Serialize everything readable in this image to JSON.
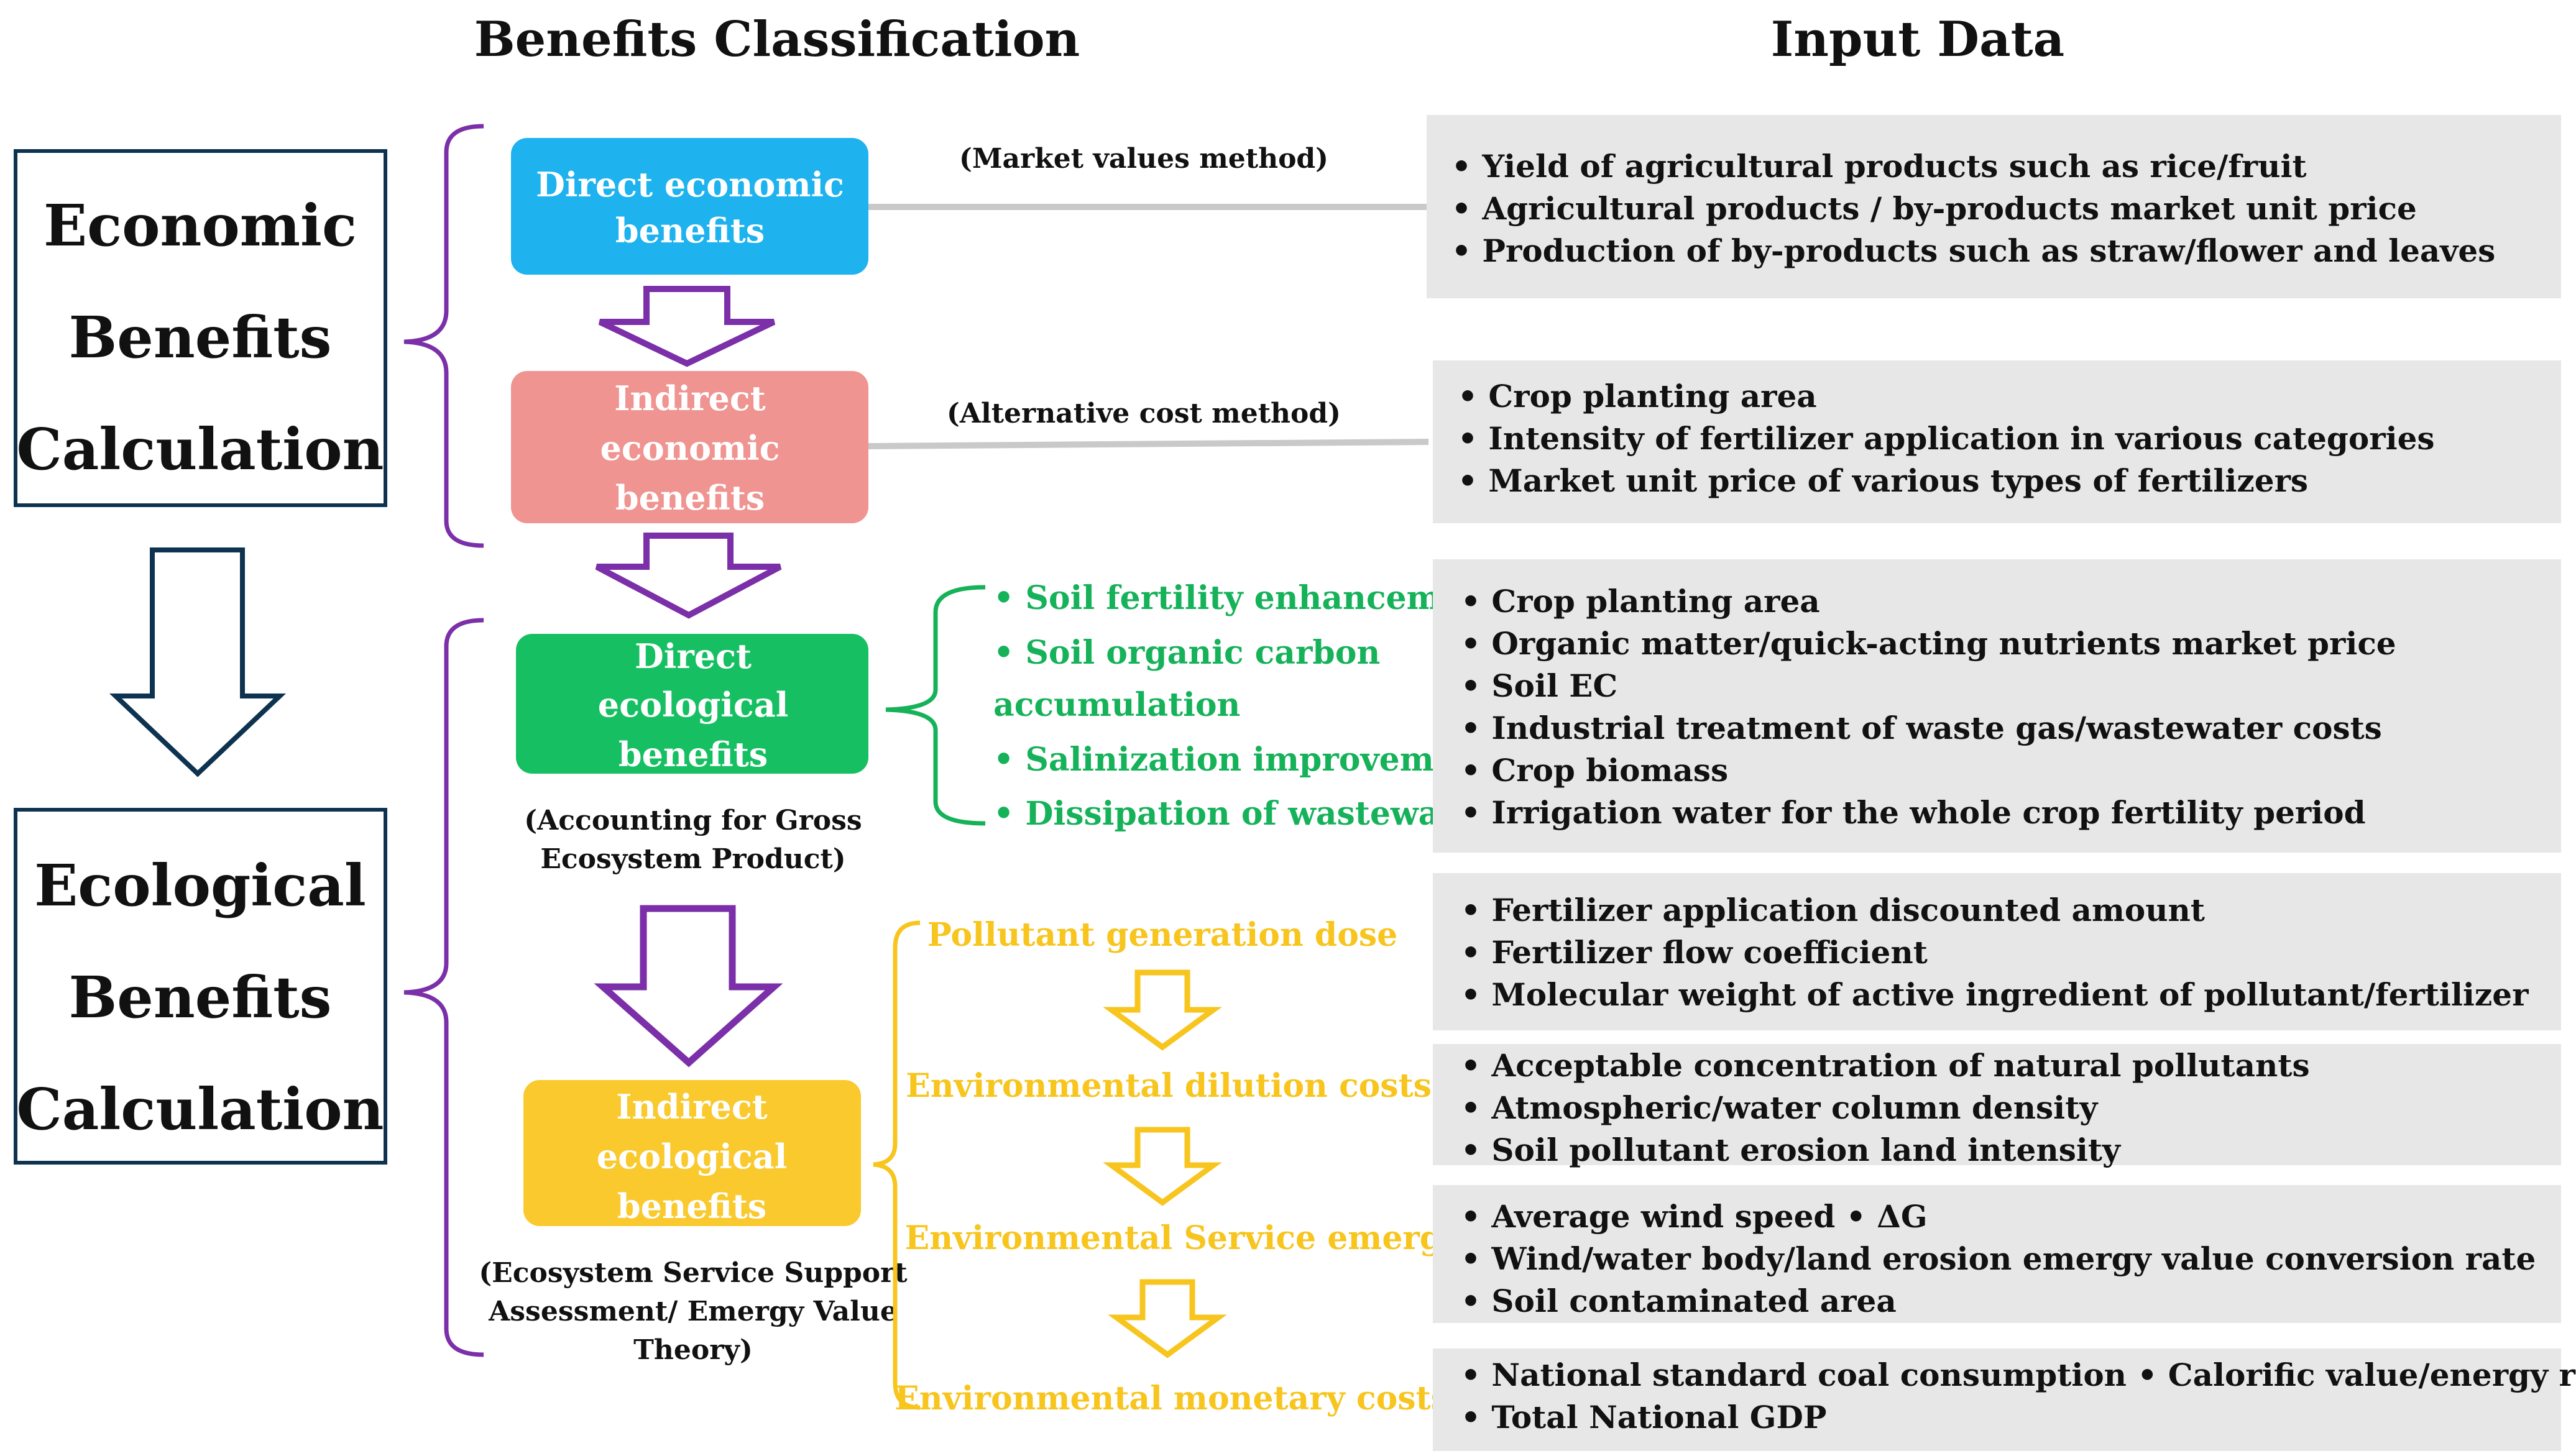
{
  "headers": {
    "benefits_classification": "Benefits Classification",
    "input_data": "Input Data"
  },
  "calc_boxes": {
    "economic": [
      "Economic",
      "Benefits",
      "Calculation"
    ],
    "ecological": [
      "Ecological",
      "Benefits",
      "Calculation"
    ]
  },
  "benefit_boxes": {
    "direct_economic": [
      "Direct economic",
      "benefits"
    ],
    "indirect_economic": [
      "Indirect",
      "economic",
      "benefits"
    ],
    "direct_ecological": [
      "Direct",
      "ecological",
      "benefits"
    ],
    "indirect_ecological": [
      "Indirect",
      "ecological",
      "benefits"
    ]
  },
  "methods": {
    "market": "(Market values method)",
    "alternative": "(Alternative cost method)",
    "gep": [
      "(Accounting for Gross",
      "Ecosystem Product)"
    ],
    "emergy": [
      "(Ecosystem Service Support",
      "Assessment/ Emergy Value",
      "Theory)"
    ]
  },
  "direct_eco_items": [
    "• Soil fertility enhancement",
    "• Soil organic carbon",
    "accumulation",
    "• Salinization improvement",
    "• Dissipation of wastewater"
  ],
  "indirect_eco_steps": [
    "Pollutant generation dose",
    "Environmental dilution  costs",
    "Environmental Service emergy",
    "Environmental monetary costs"
  ],
  "input_groups": [
    [
      "• Yield of agricultural products such as rice/fruit",
      "• Agricultural products / by-products market unit price",
      "• Production of by-products such as straw/flower and leaves"
    ],
    [
      "• Crop planting area",
      "• Intensity of fertilizer application in various categories",
      "• Market unit price of various types of fertilizers"
    ],
    [
      "• Crop planting area",
      "• Organic matter/quick-acting nutrients market price",
      "•  Soil EC",
      "• Industrial treatment of waste gas/wastewater costs",
      "• Crop biomass",
      "• Irrigation water for the whole crop fertility period"
    ],
    [
      "• Fertilizer application discounted amount",
      "• Fertilizer flow coefficient",
      "• Molecular weight of active ingredient of pollutant/fertilizer"
    ],
    [
      "• Acceptable concentration of natural pollutants",
      "• Atmospheric/water column density",
      "•  Soil pollutant erosion land intensity"
    ],
    [
      "• Average wind speed      • ΔG",
      "• Wind/water body/land erosion emergy value conversion rate",
      "•  Soil contaminated area"
    ],
    [
      "• National standard coal consumption   • Calorific value/energy ratio",
      "• Total National GDP"
    ]
  ],
  "colors": {
    "direct_economic": "#1eb2ee",
    "indirect_economic": "#ef9491",
    "direct_ecological": "#17bf63",
    "indirect_ecological": "#f9c92d",
    "purple": "#7b2fa8",
    "navy": "#0d3350",
    "green_text": "#16b25a",
    "yellow_text": "#f7c51d",
    "panel": "#e7e7e7"
  }
}
